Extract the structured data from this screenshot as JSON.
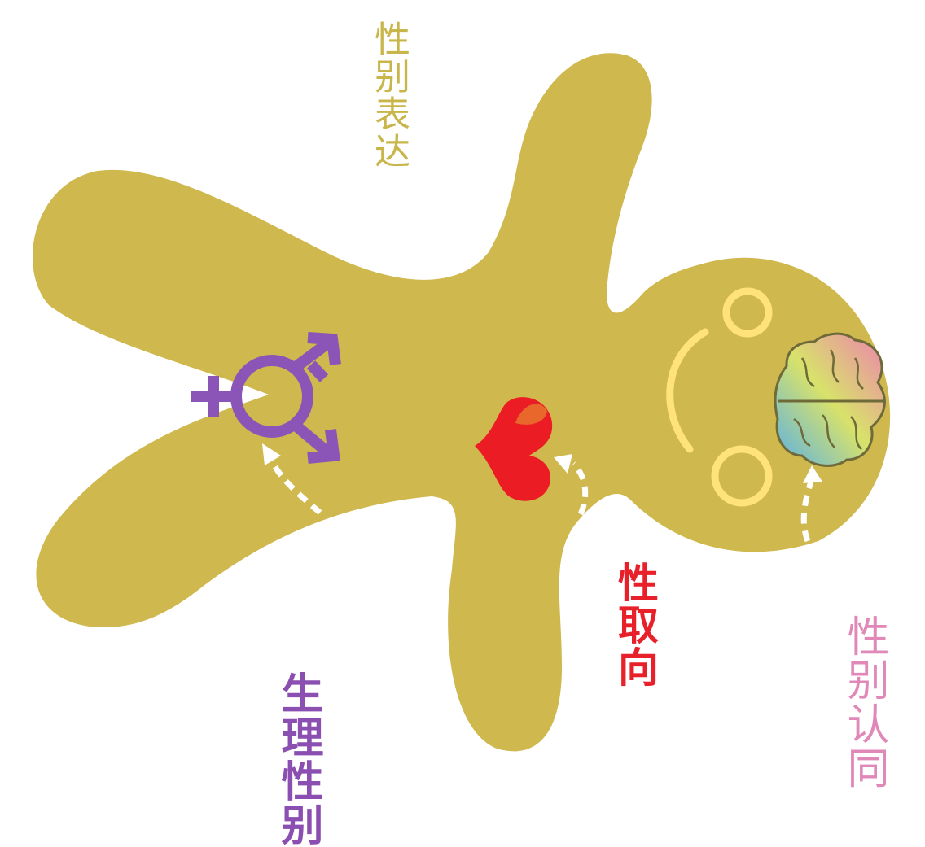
{
  "labels": {
    "gender_expression": "性别表达",
    "gender_identity": "性别认同",
    "sexual_orientation": "性取向",
    "biological_sex": "生理性别"
  },
  "icons": {
    "brain": "brain-icon",
    "heart": "heart-icon",
    "gender_symbol": "transgender-symbol-icon"
  },
  "colors": {
    "body": "#CFB84D",
    "expression_text": "#C8B64A",
    "identity_text": "#E088B8",
    "orientation_text": "#E8202A",
    "sex_text": "#8A4FB0",
    "face": "#FFE27A",
    "heart": "#EC1C24",
    "gender_symbol": "#8B55B8"
  }
}
